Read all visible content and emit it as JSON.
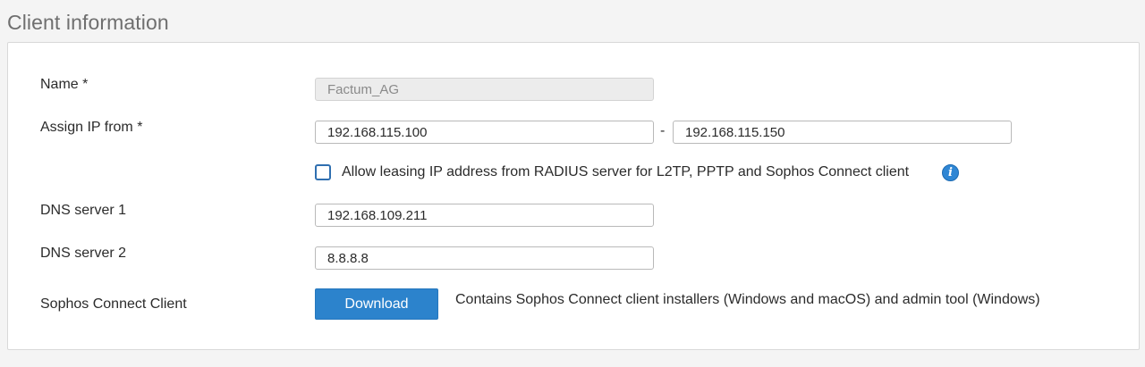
{
  "section": {
    "title": "Client information"
  },
  "fields": {
    "name": {
      "label": "Name *",
      "value": "Factum_AG"
    },
    "assign_ip": {
      "label": "Assign IP from *",
      "from_value": "192.168.115.100",
      "separator": "-",
      "to_value": "192.168.115.150"
    },
    "radius_lease": {
      "label": "Allow leasing IP address from RADIUS server for L2TP, PPTP and Sophos Connect client",
      "checked": false,
      "info_icon": "info-icon"
    },
    "dns1": {
      "label": "DNS server 1",
      "value": "192.168.109.211"
    },
    "dns2": {
      "label": "DNS server 2",
      "value": "8.8.8.8"
    },
    "sophos_client": {
      "label": "Sophos Connect Client",
      "button_label": "Download",
      "description": "Contains Sophos Connect client installers (Windows and macOS) and admin tool (Windows)"
    }
  },
  "colors": {
    "accent": "#2c83cc",
    "checkbox_border": "#2f6fb0",
    "info_icon": "#2f86d4"
  }
}
